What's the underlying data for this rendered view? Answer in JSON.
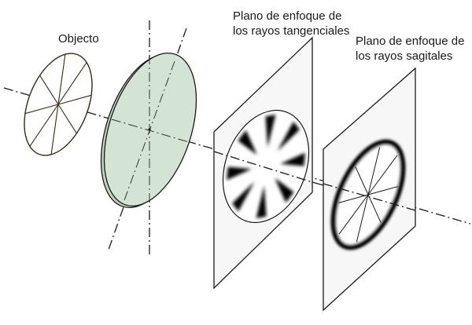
{
  "labels": {
    "object": "Objecto",
    "tangential_line1": "Plano de enfoque de",
    "tangential_line2": "los rayos tangenciales",
    "sagittal_line1": "Plano de enfoque de",
    "sagittal_line2": "los rayos sagitales"
  },
  "colors": {
    "line": "#1a1a1a",
    "object_stroke": "#3a2a10",
    "lens_fill": "#d4e4d4",
    "lens_edge": "#b9cfb9",
    "plane_fill": "#f7f7f7",
    "blur": "#000000"
  },
  "spokes": 8
}
